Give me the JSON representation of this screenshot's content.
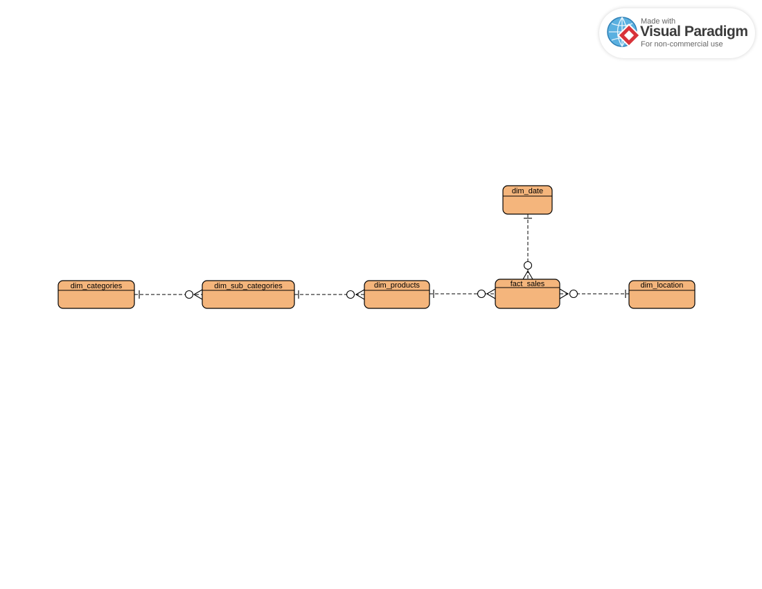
{
  "diagram": {
    "type": "entity-relationship",
    "entities": [
      {
        "id": "dim_categories",
        "name": "dim_categories"
      },
      {
        "id": "dim_sub_categories",
        "name": "dim_sub_categories"
      },
      {
        "id": "dim_products",
        "name": "dim_products"
      },
      {
        "id": "fact_sales",
        "name": "fact_sales"
      },
      {
        "id": "dim_location",
        "name": "dim_location"
      },
      {
        "id": "dim_date",
        "name": "dim_date"
      }
    ],
    "relationships": [
      {
        "from": "dim_categories",
        "to": "dim_sub_categories",
        "from_cardinality": "one",
        "to_cardinality": "zero-or-many"
      },
      {
        "from": "dim_sub_categories",
        "to": "dim_products",
        "from_cardinality": "one",
        "to_cardinality": "zero-or-many"
      },
      {
        "from": "dim_products",
        "to": "fact_sales",
        "from_cardinality": "one",
        "to_cardinality": "zero-or-many"
      },
      {
        "from": "dim_location",
        "to": "fact_sales",
        "from_cardinality": "one",
        "to_cardinality": "zero-or-many"
      },
      {
        "from": "dim_date",
        "to": "fact_sales",
        "from_cardinality": "one",
        "to_cardinality": "zero-or-many"
      }
    ]
  },
  "colors": {
    "entity_fill": "#f4b57c",
    "entity_stroke": "#000000",
    "background": "#ffffff"
  },
  "watermark": {
    "made_with": "Made with",
    "brand": "Visual Paradigm",
    "usage": "For non-commercial use",
    "icon": "visual-paradigm-logo-icon"
  }
}
